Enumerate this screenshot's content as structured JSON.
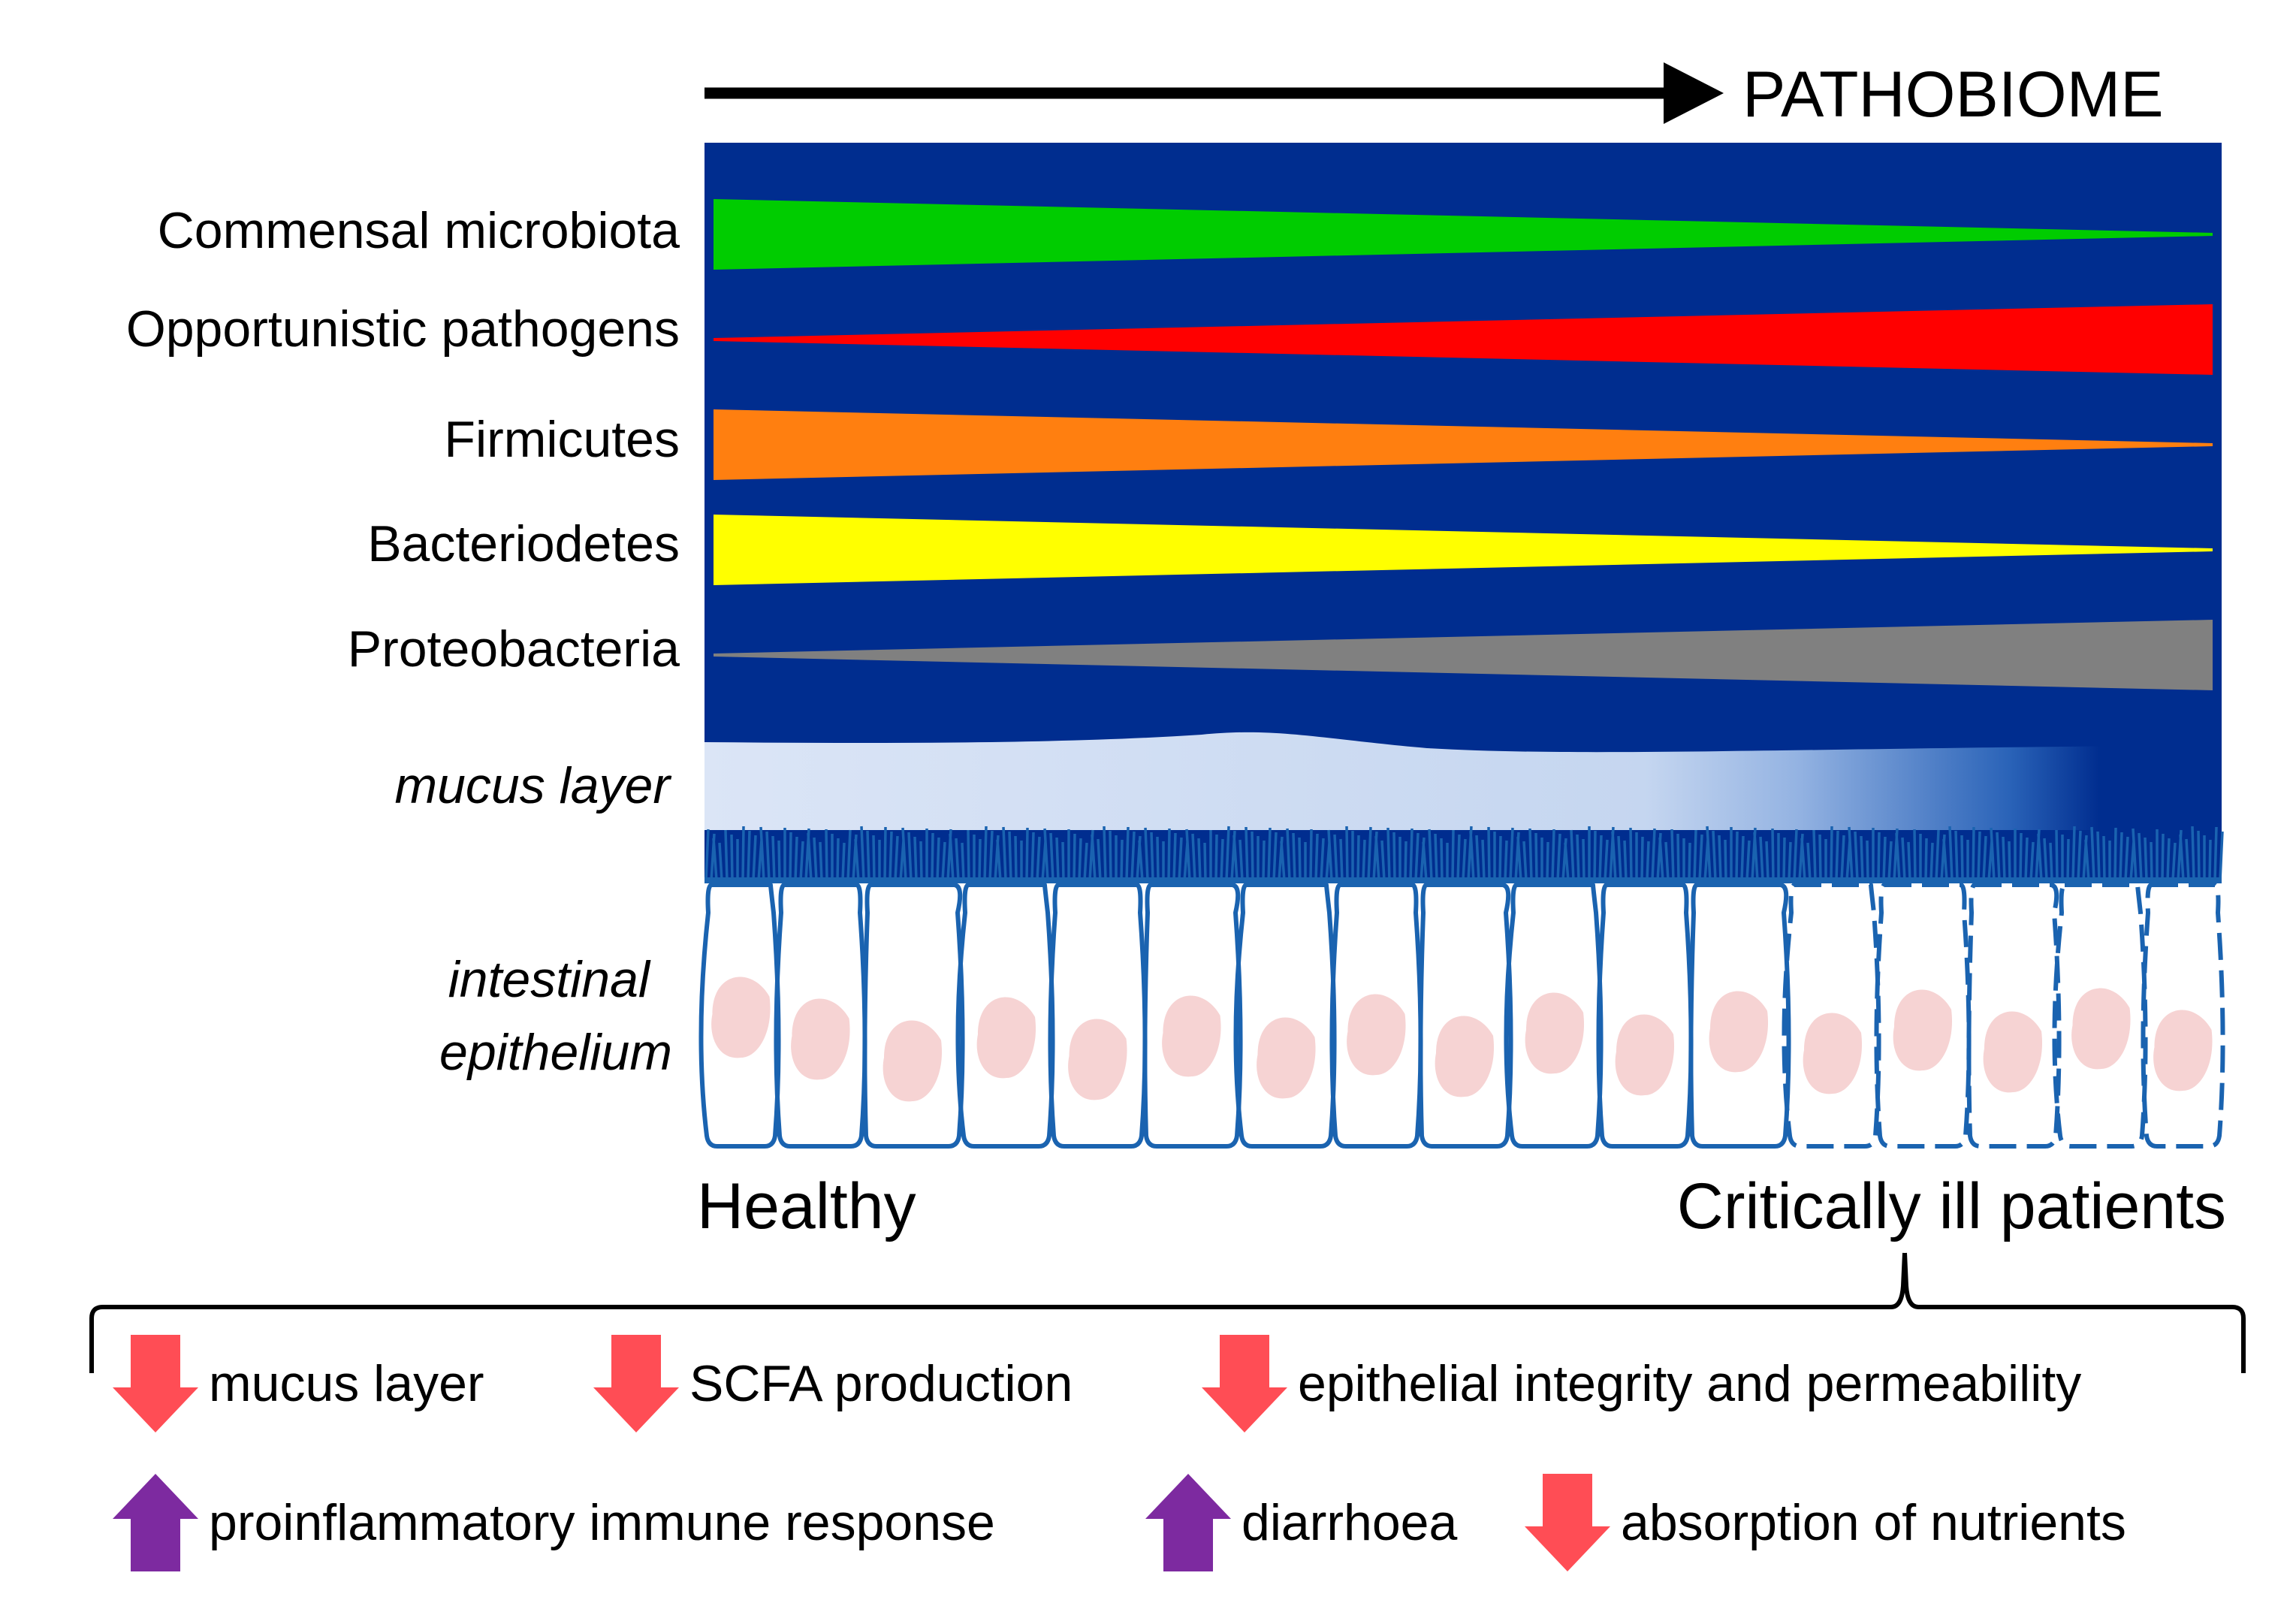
{
  "header": {
    "label": "PATHOBIOME"
  },
  "taxa": [
    {
      "label": "Commensal microbiota",
      "trend": "decrease",
      "color": "#00cc00"
    },
    {
      "label": "Opportunistic pathogens",
      "trend": "increase",
      "color": "#ff0000"
    },
    {
      "label": "Firmicutes",
      "trend": "decrease",
      "color": "#ff7f10"
    },
    {
      "label": "Bacteriodetes",
      "trend": "decrease",
      "color": "#ffff00"
    },
    {
      "label": "Proteobacteria",
      "trend": "increase",
      "color": "#808080"
    }
  ],
  "layers": {
    "mucus": "mucus layer",
    "epithelium_line1": "intestinal",
    "epithelium_line2": "epithelium"
  },
  "axis": {
    "left": "Healthy",
    "right": "Critically ill patients"
  },
  "effects": [
    {
      "label": "mucus layer",
      "direction": "down",
      "color": "#ff4d55"
    },
    {
      "label": "SCFA production",
      "direction": "down",
      "color": "#ff4d55"
    },
    {
      "label": "epithelial integrity and permeability",
      "direction": "down",
      "color": "#ff4d55"
    },
    {
      "label": "proinflammatory immune response",
      "direction": "up",
      "color": "#7d2aa0"
    },
    {
      "label": "diarrhoea",
      "direction": "up",
      "color": "#7d2aa0"
    },
    {
      "label": "absorption of nutrients",
      "direction": "down",
      "color": "#ff4d55"
    }
  ],
  "colors": {
    "lumen": "#002d8f",
    "mucus": "#c9d8f1",
    "cell_outline": "#1a63b0",
    "nucleus": "#f6d3d3"
  }
}
